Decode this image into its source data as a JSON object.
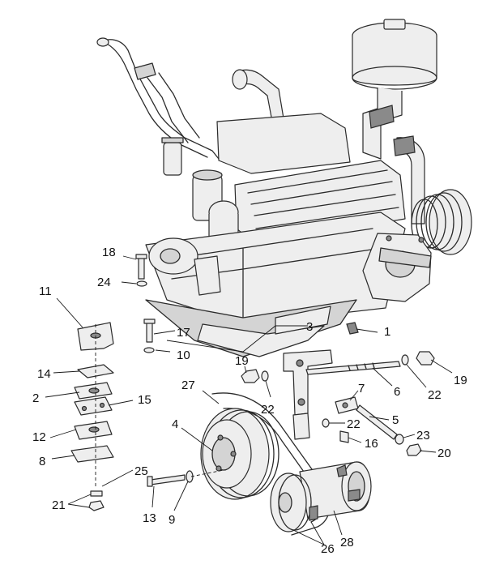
{
  "callouts": [
    {
      "id": "c1",
      "text": "1"
    },
    {
      "id": "c2",
      "text": "2"
    },
    {
      "id": "c3",
      "text": "3"
    },
    {
      "id": "c4",
      "text": "4"
    },
    {
      "id": "c5",
      "text": "5"
    },
    {
      "id": "c6",
      "text": "6"
    },
    {
      "id": "c7",
      "text": "7"
    },
    {
      "id": "c8",
      "text": "8"
    },
    {
      "id": "c9",
      "text": "9"
    },
    {
      "id": "c10",
      "text": "10"
    },
    {
      "id": "c11",
      "text": "11"
    },
    {
      "id": "c12",
      "text": "12"
    },
    {
      "id": "c13",
      "text": "13"
    },
    {
      "id": "c14",
      "text": "14"
    },
    {
      "id": "c15",
      "text": "15"
    },
    {
      "id": "c16",
      "text": "16"
    },
    {
      "id": "c17",
      "text": "17"
    },
    {
      "id": "c18",
      "text": "18"
    },
    {
      "id": "c19a",
      "text": "19"
    },
    {
      "id": "c19b",
      "text": "19"
    },
    {
      "id": "c20",
      "text": "20"
    },
    {
      "id": "c21",
      "text": "21"
    },
    {
      "id": "c22a",
      "text": "22"
    },
    {
      "id": "c22b",
      "text": "22"
    },
    {
      "id": "c22c",
      "text": "22"
    },
    {
      "id": "c23",
      "text": "23"
    },
    {
      "id": "c24",
      "text": "24"
    },
    {
      "id": "c25",
      "text": "25"
    },
    {
      "id": "c26",
      "text": "26"
    },
    {
      "id": "c27",
      "text": "27"
    },
    {
      "id": "c28",
      "text": "28"
    }
  ]
}
